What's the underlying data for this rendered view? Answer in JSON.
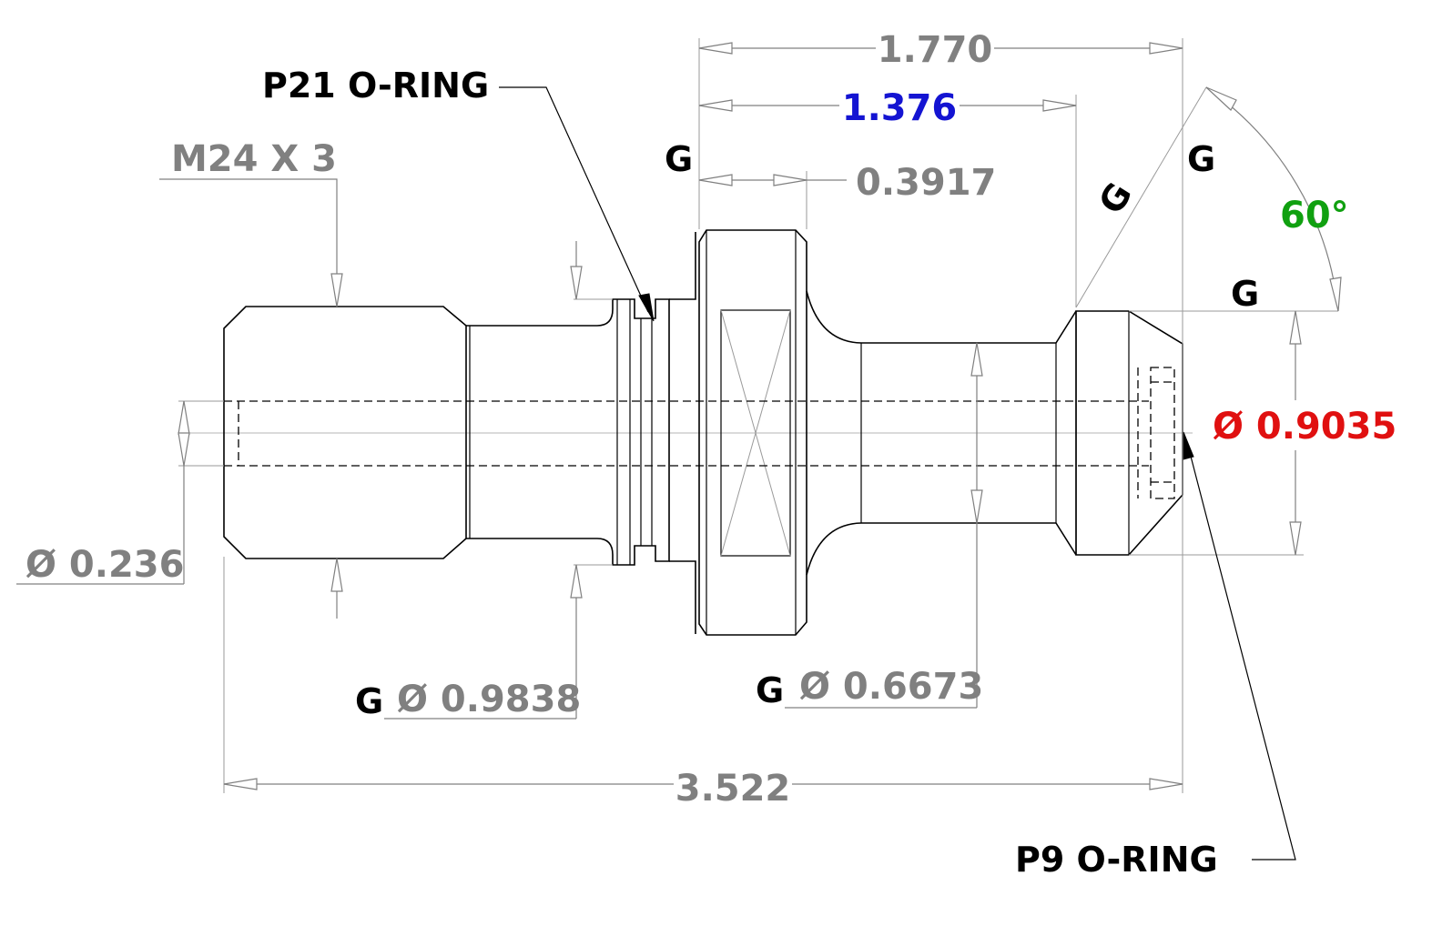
{
  "dimensions": {
    "overall_length": "3.522",
    "head_to_end": "1.770",
    "head_to_collar": "1.376",
    "flange_thickness": "0.3917",
    "thread": "M24 X 3",
    "bore_dia": "Ø 0.236",
    "groove_dia": "Ø 0.9838",
    "neck_dia": "Ø 0.6673",
    "head_dia": "Ø 0.9035",
    "angle": "60°"
  },
  "callouts": {
    "top_oring": "P21 O-RING",
    "bottom_oring": "P9 O-RING"
  },
  "grind_mark": "G",
  "colors": {
    "dimension": "#808080",
    "highlight_blue": "#1414d2",
    "highlight_red": "#e01010",
    "highlight_green": "#10a010",
    "outline": "#000000"
  }
}
